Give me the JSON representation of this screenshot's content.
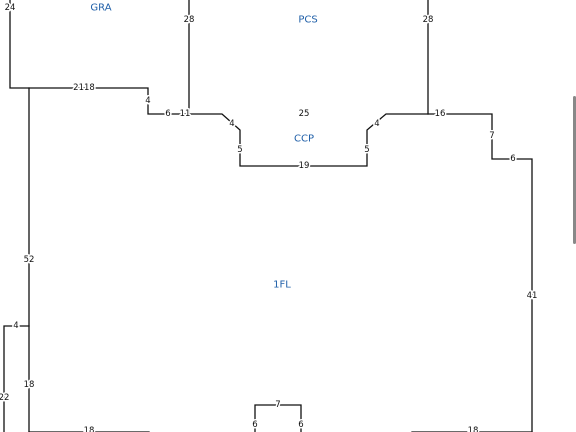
{
  "colors": {
    "wall": "#111111",
    "area_label": "#1f5fa8",
    "background": "#ffffff"
  },
  "areas": [
    {
      "id": "gra",
      "label": "GRA"
    },
    {
      "id": "pcs",
      "label": "PCS"
    },
    {
      "id": "ccp",
      "label": "CCP"
    },
    {
      "id": "1fl",
      "label": "1FL"
    }
  ],
  "dimensions": [
    {
      "id": "gra-left",
      "value": "24"
    },
    {
      "id": "gra-bottom",
      "value": "2118"
    },
    {
      "id": "step-down",
      "value": "4"
    },
    {
      "id": "step-run",
      "value": "6"
    },
    {
      "id": "pcs-left-gap",
      "value": "11"
    },
    {
      "id": "pcs-left-side",
      "value": "28"
    },
    {
      "id": "pcs-right-side",
      "value": "28"
    },
    {
      "id": "ccp-top",
      "value": "25"
    },
    {
      "id": "ccp-left-chamfer",
      "value": "4"
    },
    {
      "id": "ccp-right-chamfer",
      "value": "4"
    },
    {
      "id": "ccp-left-side",
      "value": "5"
    },
    {
      "id": "ccp-right-side",
      "value": "5"
    },
    {
      "id": "ccp-bottom",
      "value": "19"
    },
    {
      "id": "right-top-run",
      "value": "16"
    },
    {
      "id": "right-notch-down",
      "value": "7"
    },
    {
      "id": "right-notch-run",
      "value": "6"
    },
    {
      "id": "right-wall",
      "value": "41"
    },
    {
      "id": "left-wall-upper",
      "value": "52"
    },
    {
      "id": "left-wall-lower",
      "value": "18"
    },
    {
      "id": "left-bump-run",
      "value": "4"
    },
    {
      "id": "left-bump-side",
      "value": "22"
    },
    {
      "id": "bottom-left-run",
      "value": "18"
    },
    {
      "id": "bottom-right-run",
      "value": "18"
    },
    {
      "id": "stair-top",
      "value": "7"
    },
    {
      "id": "stair-left",
      "value": "6"
    },
    {
      "id": "stair-right",
      "value": "6"
    }
  ]
}
